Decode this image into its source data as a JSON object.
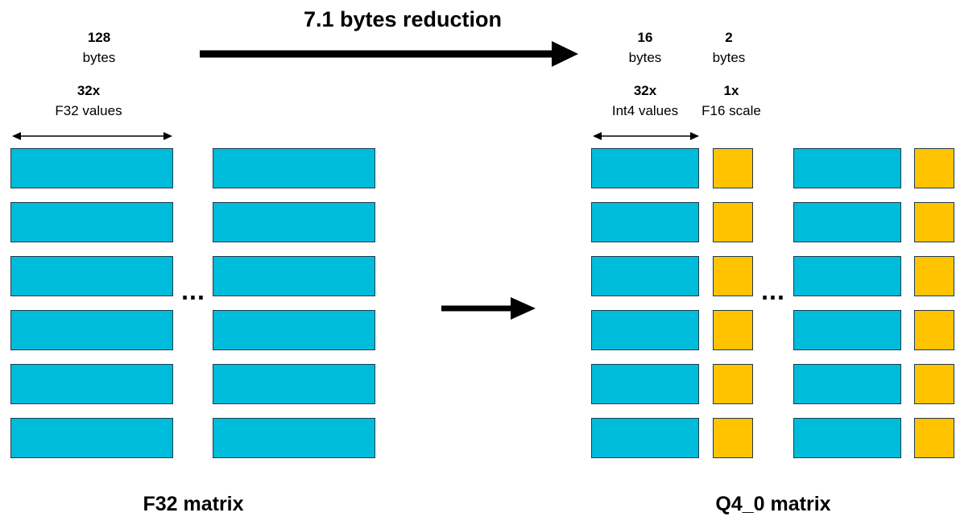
{
  "title": "7.1 bytes reduction",
  "left": {
    "bytes_num": "128",
    "bytes_unit": "bytes",
    "count_num": "32x",
    "count_unit": "F32 values",
    "ellipsis": "...",
    "matrix_label": "F32 matrix"
  },
  "right": {
    "values_bytes_num": "16",
    "values_bytes_unit": "bytes",
    "scale_bytes_num": "2",
    "scale_bytes_unit": "bytes",
    "values_count_num": "32x",
    "values_count_unit": "Int4 values",
    "scale_count_num": "1x",
    "scale_count_unit": "F16 scale",
    "ellipsis": "...",
    "matrix_label": "Q4_0 matrix"
  },
  "rows_per_column": 6,
  "colors": {
    "value_block": "#00bcdb",
    "scale_block": "#ffc300",
    "border": "#1f3b4d"
  }
}
